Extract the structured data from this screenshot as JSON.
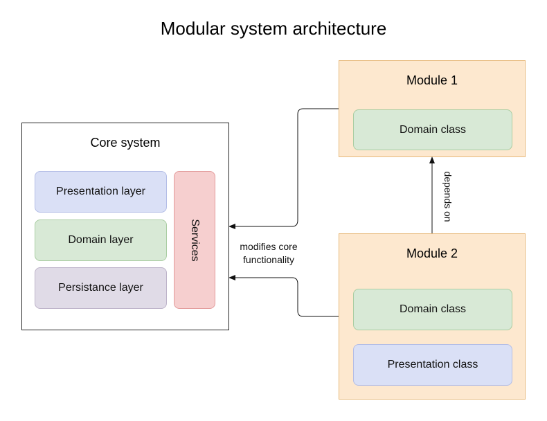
{
  "title": "Modular system architecture",
  "core": {
    "title": "Core system",
    "layers": [
      {
        "label": "Presentation layer",
        "color": "#dae0f6",
        "border": "#b3bde6"
      },
      {
        "label": "Domain layer",
        "color": "#d8e9d6",
        "border": "#a9cda2"
      },
      {
        "label": "Persistance layer",
        "color": "#e0dbe7",
        "border": "#bdb3c9"
      }
    ],
    "services": {
      "label": "Services",
      "color": "#f6cfcf",
      "border": "#e39b9b"
    }
  },
  "module1": {
    "title": "Module 1",
    "classes": [
      "Domain class"
    ]
  },
  "module2": {
    "title": "Module 2",
    "classes": [
      "Domain class",
      "Presentation class"
    ]
  },
  "connections": {
    "modifies_label_line1": "modifies core",
    "modifies_label_line2": "functionality",
    "depends_label": "depends on"
  },
  "colors": {
    "module_fill": "#fde8cf",
    "module_border": "#e7b97b",
    "domain_class": "#d8e9d6",
    "presentation_class": "#dae0f6"
  }
}
